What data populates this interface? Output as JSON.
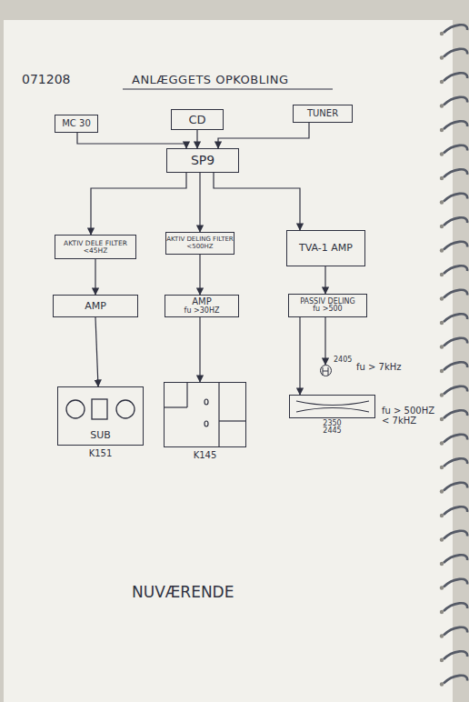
{
  "diagram": {
    "title": "ANLÆGGETS OPKOBLING",
    "nodes": [
      {
        "text": [
          "MC 30"
        ]
      },
      {
        "text": [
          "CD"
        ]
      },
      {
        "text": [
          "TUNER"
        ]
      },
      {
        "text": [
          "SP9"
        ]
      },
      {
        "text": [
          "AKTIV DELE FILTER <45HZ"
        ]
      },
      {
        "text": [
          "AKTIV DELING FILTER <500HZ"
        ]
      },
      {
        "text": [
          "TVA-1 AMP"
        ]
      },
      {
        "text": [
          "AMP"
        ]
      },
      {
        "text": [
          "AMP",
          "fu >30HZ"
        ]
      },
      {
        "text": [
          "PASSIV DELING",
          "fu >500"
        ]
      },
      {
        "text": [
          "SUB",
          "K151"
        ]
      },
      {
        "text": [
          "K145"
        ]
      },
      {
        "text": [
          "2405"
        ]
      },
      {
        "text": [
          "2350 2445"
        ]
      }
    ],
    "edges": [
      {
        "from": 0,
        "to": 3,
        "arrow": "to"
      },
      {
        "from": 1,
        "to": 3,
        "arrow": "to"
      },
      {
        "from": 2,
        "to": 3,
        "arrow": "to"
      },
      {
        "from": 3,
        "to": 4,
        "arrow": "to"
      },
      {
        "from": 3,
        "to": 5,
        "arrow": "to"
      },
      {
        "from": 3,
        "to": 6,
        "arrow": "to"
      },
      {
        "from": 4,
        "to": 7,
        "arrow": "to"
      },
      {
        "from": 5,
        "to": 8,
        "arrow": "to"
      },
      {
        "from": 6,
        "to": 9,
        "arrow": "to"
      },
      {
        "from": 7,
        "to": 10,
        "arrow": "to"
      },
      {
        "from": 8,
        "to": 11,
        "arrow": "to"
      },
      {
        "from": 9,
        "to": 12,
        "arrow": "to"
      },
      {
        "from": 9,
        "to": 13,
        "arrow": "to"
      }
    ],
    "labels": [
      "071208",
      "fu > 7kHz",
      "fu > 500HZ < 7kHZ",
      "NUVÆRENDE"
    ]
  }
}
